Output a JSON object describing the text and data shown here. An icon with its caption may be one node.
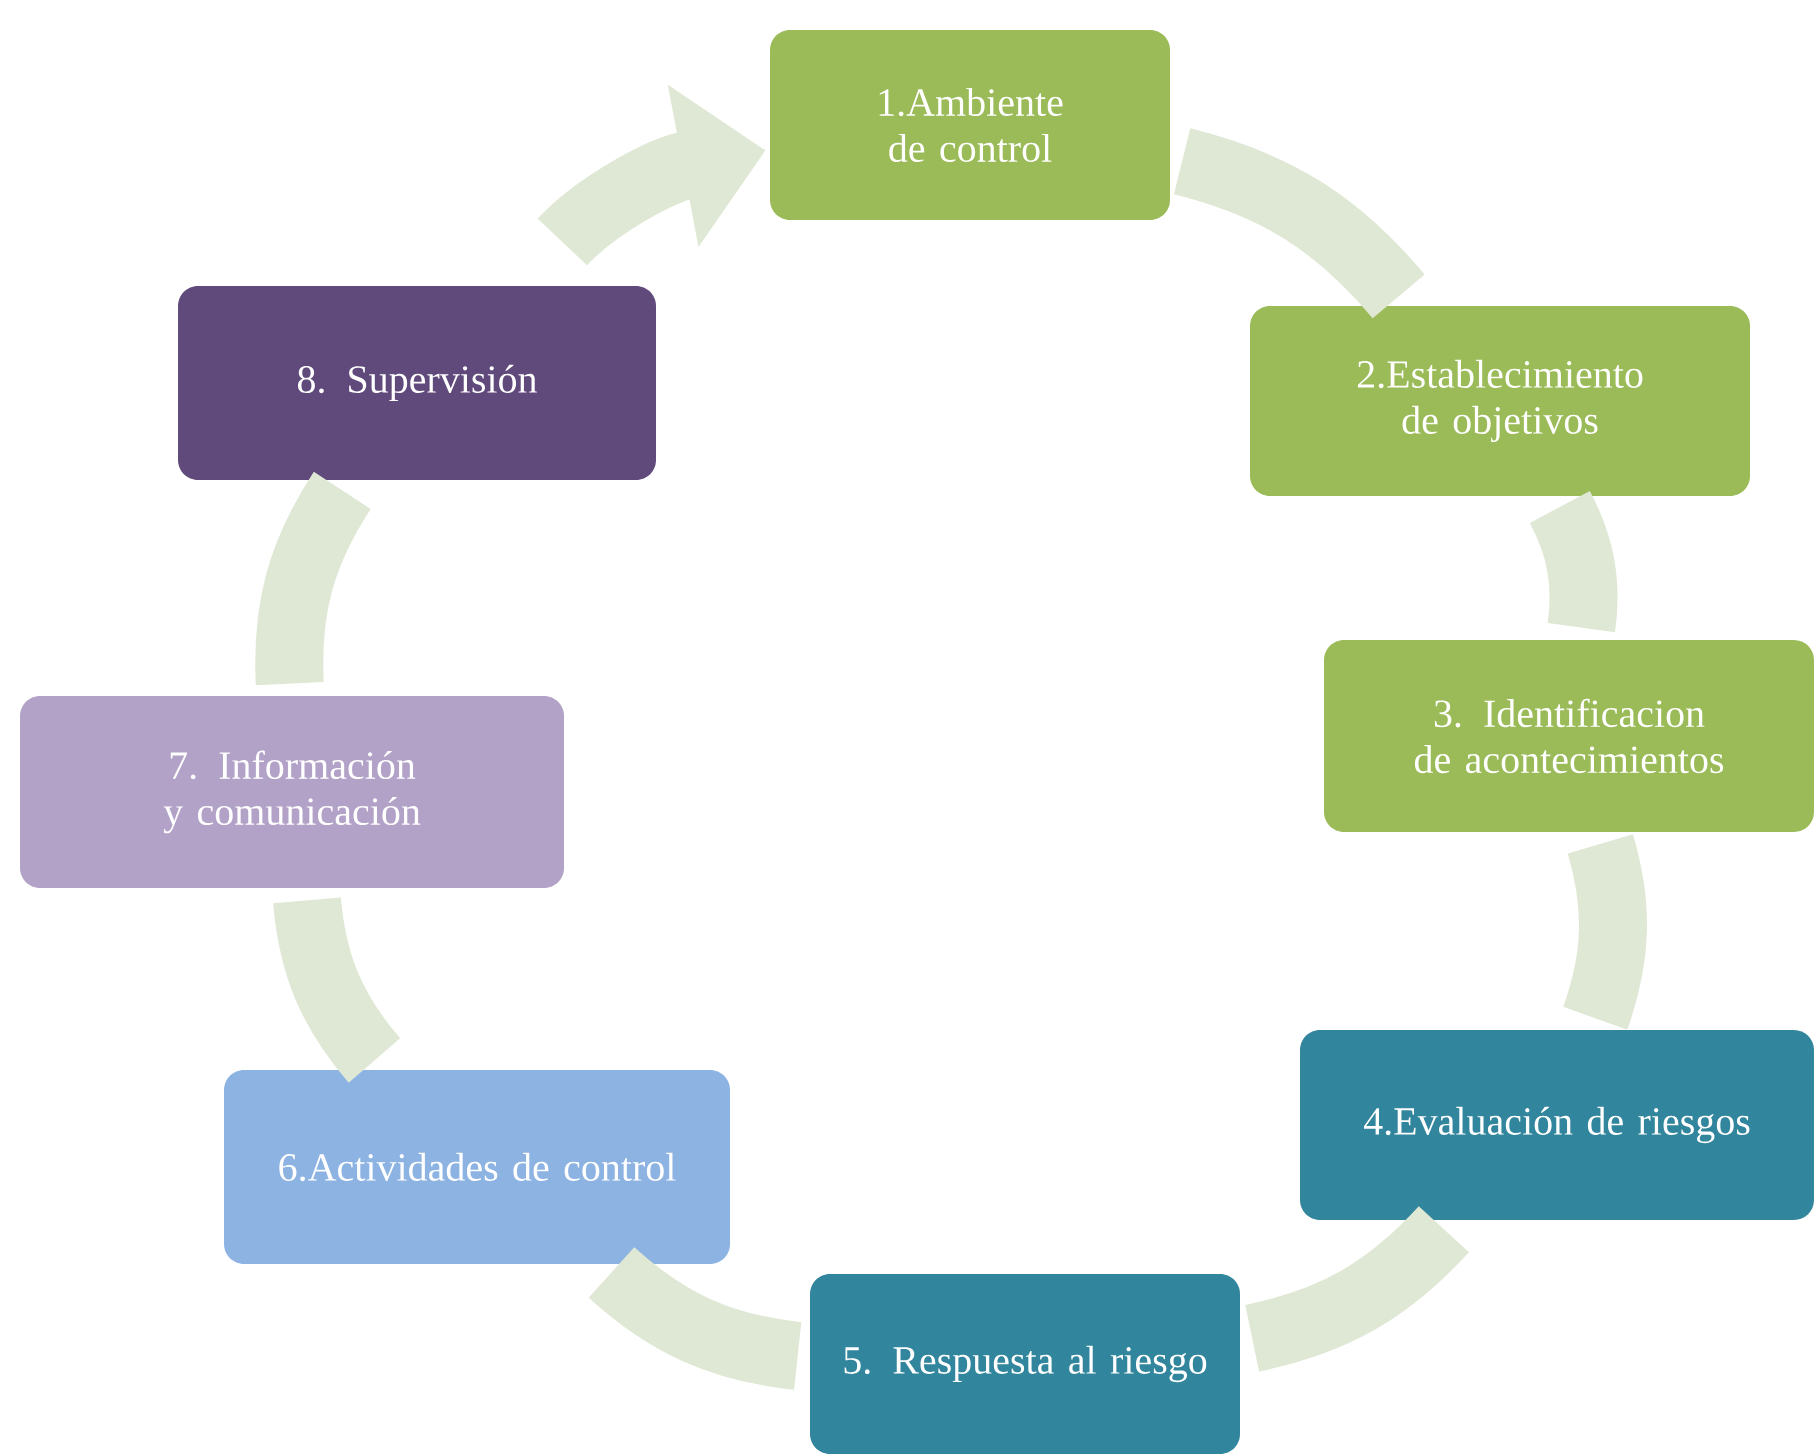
{
  "diagram": {
    "nodes": [
      {
        "text": [
          "1.Ambiente de control"
        ]
      },
      {
        "text": [
          "2.Establecimiento de objetivos"
        ]
      },
      {
        "text": [
          "3.  Identificacion de acontecimientos"
        ]
      },
      {
        "text": [
          "4.Evaluación de riesgos"
        ]
      },
      {
        "text": [
          "5. Respuesta al riesgo"
        ]
      },
      {
        "text": [
          "6.Actividades de control"
        ]
      },
      {
        "text": [
          "7. Información y comunicación"
        ]
      },
      {
        "text": [
          "8. Supervisión"
        ]
      }
    ],
    "edges": [
      {
        "from": 0,
        "to": 1,
        "arrow": "none"
      },
      {
        "from": 1,
        "to": 2,
        "arrow": "none"
      },
      {
        "from": 2,
        "to": 3,
        "arrow": "none"
      },
      {
        "from": 3,
        "to": 4,
        "arrow": "none"
      },
      {
        "from": 4,
        "to": 5,
        "arrow": "none"
      },
      {
        "from": 5,
        "to": 6,
        "arrow": "none"
      },
      {
        "from": 6,
        "to": 7,
        "arrow": "none"
      },
      {
        "from": 7,
        "to": 0,
        "arrow": "to"
      }
    ]
  }
}
